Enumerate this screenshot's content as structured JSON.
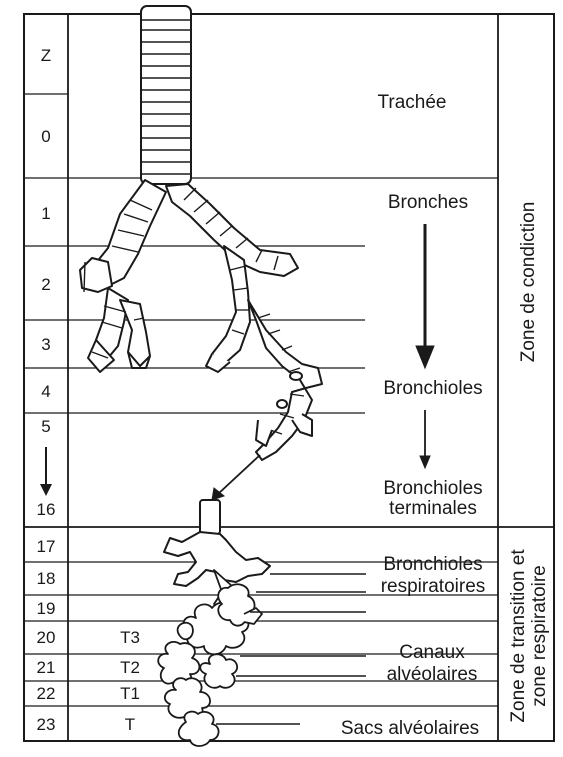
{
  "generations": [
    "Z",
    "0",
    "1",
    "2",
    "3",
    "4",
    "5",
    "16",
    "17",
    "18",
    "19",
    "20",
    "21",
    "22",
    "23"
  ],
  "generation_arrow": "↓",
  "transition_labels": [
    "T3",
    "T2",
    "T1",
    "T"
  ],
  "labels": {
    "trachee": "Trachée",
    "bronches": "Bronches",
    "bronchioles": "Bronchioles",
    "bronchioles_terminales": [
      "Bronchioles",
      "terminales"
    ],
    "bronchioles_respiratoires": [
      "Bronchioles",
      "respiratoires"
    ],
    "canaux_alveolaires": [
      "Canaux",
      "alvéolaires"
    ],
    "sacs_alveolaires": "Sacs alvéolaires"
  },
  "zones": {
    "conduction": "Zone de condiction",
    "respiratoire": [
      "Zone de transition et",
      "zone respiratoire"
    ]
  }
}
